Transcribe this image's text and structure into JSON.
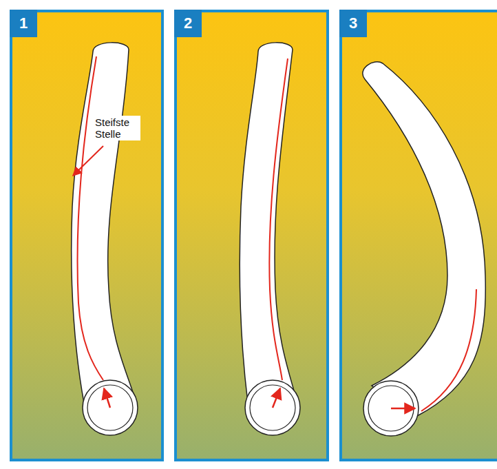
{
  "diagram": {
    "nodes": [
      {
        "text": [
          "1"
        ]
      },
      {
        "text": [
          "2"
        ]
      },
      {
        "text": [
          "3"
        ]
      }
    ],
    "labels": [
      "Steifste Stelle"
    ]
  }
}
